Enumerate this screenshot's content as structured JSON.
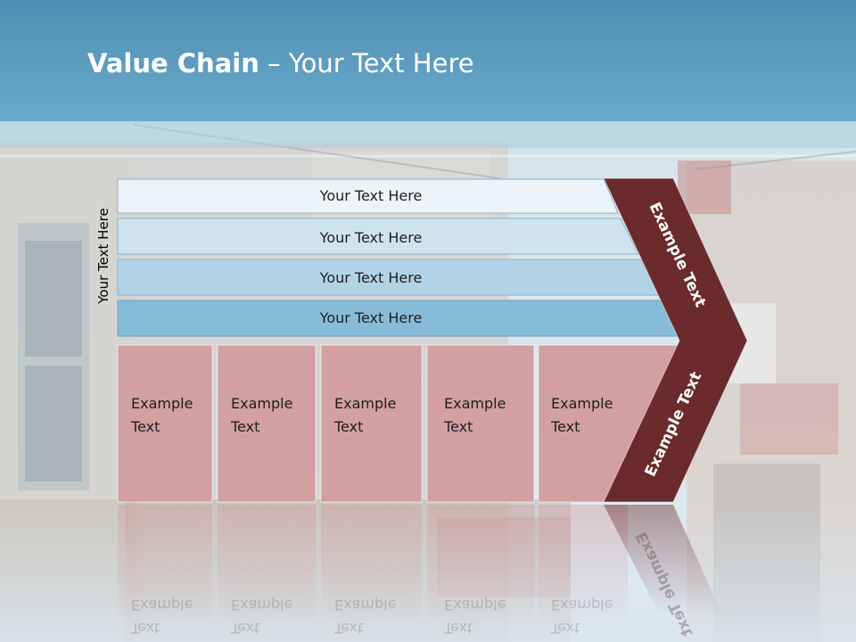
{
  "slide": {
    "title_bold": "Value Chain",
    "title_rest": " – Your Text Here",
    "side_label": "Your Text Here"
  },
  "rows": [
    "Your Text Here",
    "Your Text Here",
    "Your Text Here",
    "Your Text Here"
  ],
  "cells": [
    {
      "line1": "Example",
      "line2": "Text"
    },
    {
      "line1": "Example",
      "line2": "Text"
    },
    {
      "line1": "Example",
      "line2": "Text"
    },
    {
      "line1": "Example",
      "line2": "Text"
    },
    {
      "line1": "Example",
      "line2": "Text"
    }
  ],
  "chevron": {
    "upper": "Example Text",
    "lower": "Example Text"
  },
  "colors": {
    "header": "#5e9fc2",
    "row_fills": [
      "#ecf4fa",
      "#cfe3ef",
      "#b2d3e6",
      "#87bcd8"
    ],
    "cell_fill": "#d39fa0",
    "chevron": "#6b2a2c"
  }
}
